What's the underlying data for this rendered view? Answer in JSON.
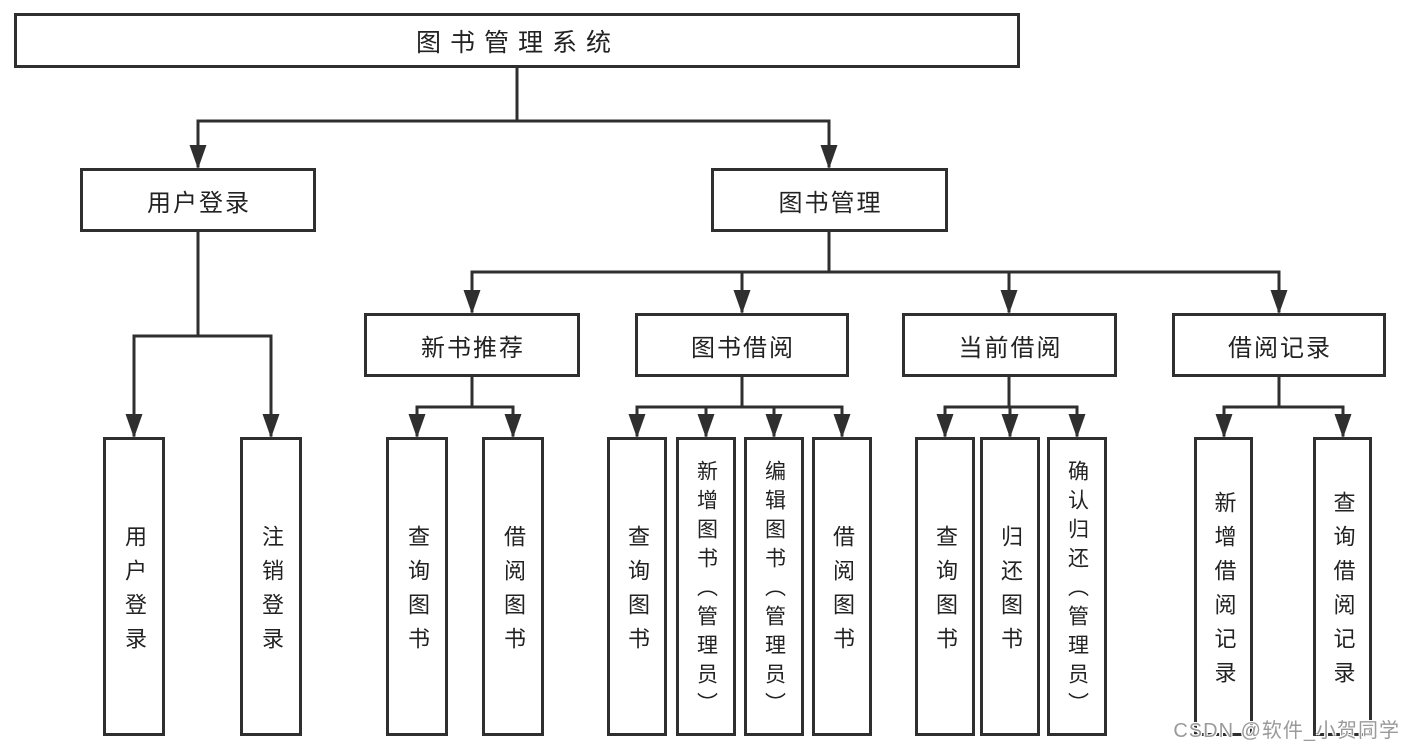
{
  "diagram": {
    "root": {
      "label": "图书管理系统"
    },
    "login": {
      "label": "用户登录",
      "children": [
        {
          "label": "用户登录"
        },
        {
          "label": "注销登录"
        }
      ]
    },
    "management": {
      "label": "图书管理",
      "sections": [
        {
          "label": "新书推荐",
          "children": [
            {
              "label": "查询图书"
            },
            {
              "label": "借阅图书"
            }
          ]
        },
        {
          "label": "图书借阅",
          "children": [
            {
              "label": "查询图书"
            },
            {
              "label": "新增图书（管理员）"
            },
            {
              "label": "编辑图书（管理员）"
            },
            {
              "label": "借阅图书"
            }
          ]
        },
        {
          "label": "当前借阅",
          "children": [
            {
              "label": "查询图书"
            },
            {
              "label": "归还图书"
            },
            {
              "label": "确认归还（管理员）"
            }
          ]
        },
        {
          "label": "借阅记录",
          "children": [
            {
              "label": "新增借阅记录"
            },
            {
              "label": "查询借阅记录"
            }
          ]
        }
      ]
    }
  },
  "watermark": {
    "text": "CSDN @软件_小贺同学"
  },
  "colors": {
    "line": "#2f2f2f",
    "box_border": "#2f2f2f",
    "text": "#222222",
    "watermark": "#9a9a9a",
    "background": "#ffffff"
  }
}
